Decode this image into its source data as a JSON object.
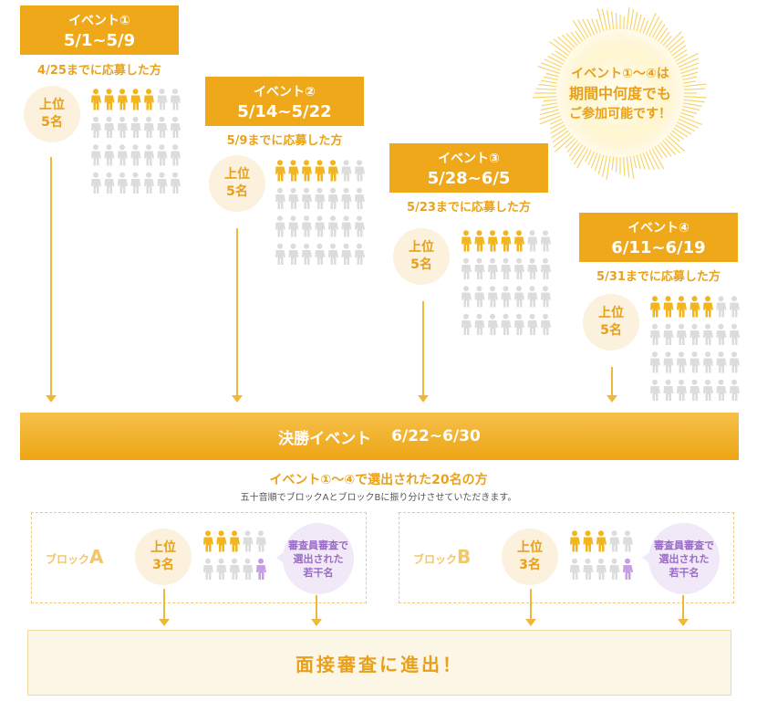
{
  "events": [
    {
      "title": "イベント①",
      "dates": "5/1~5/9",
      "deadline": "4/25までに応募した方",
      "rank_top": "上位",
      "rank_count": "5名",
      "selected": 5,
      "total": 28
    },
    {
      "title": "イベント②",
      "dates": "5/14~5/22",
      "deadline": "5/9までに応募した方",
      "rank_top": "上位",
      "rank_count": "5名",
      "selected": 5,
      "total": 28
    },
    {
      "title": "イベント③",
      "dates": "5/28~6/5",
      "deadline": "5/23までに応募した方",
      "rank_top": "上位",
      "rank_count": "5名",
      "selected": 5,
      "total": 28
    },
    {
      "title": "イベント④",
      "dates": "6/11~6/19",
      "deadline": "5/31までに応募した方",
      "rank_top": "上位",
      "rank_count": "5名",
      "selected": 5,
      "total": 28
    }
  ],
  "burst": {
    "line1": "イベント①～④は",
    "line2": "期間中何度でも",
    "line3": "ご参加可能です！"
  },
  "final_event": {
    "label": "決勝イベント",
    "dates": "6/22~6/30"
  },
  "final_sub": {
    "headline": "イベント①～④で選出された20名の方",
    "note": "五十音順でブロックAとブロックBに振り分けさせていただきます。"
  },
  "blocks": [
    {
      "label_prefix": "ブロック",
      "label_letter": "A",
      "rank_top": "上位",
      "rank_count": "3名",
      "selected": 3,
      "judge_selected": 1,
      "total": 10,
      "judge_line1": "審査員審査で",
      "judge_line2": "選出された",
      "judge_line3": "若干名"
    },
    {
      "label_prefix": "ブロック",
      "label_letter": "B",
      "rank_top": "上位",
      "rank_count": "3名",
      "selected": 3,
      "judge_selected": 1,
      "total": 10,
      "judge_line1": "審査員審査で",
      "judge_line2": "選出された",
      "judge_line3": "若干名"
    }
  ],
  "interview": {
    "label": "面接審査に進出！"
  },
  "colors": {
    "accent": "#efa81a",
    "person_selected": "#f2b51e",
    "person_other": "#dcdcdc",
    "person_judge": "#c69ee6"
  }
}
